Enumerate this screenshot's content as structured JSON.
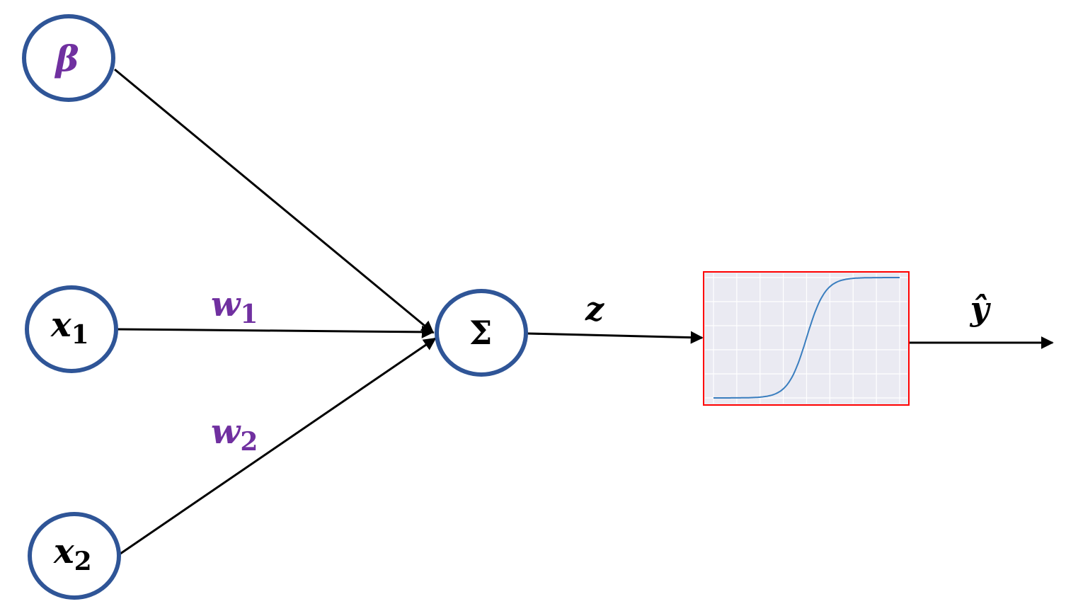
{
  "nodes": {
    "bias": {
      "symbol": "β"
    },
    "x1": {
      "symbol": "x",
      "subscript": "1"
    },
    "x2": {
      "symbol": "x",
      "subscript": "2"
    },
    "sum": {
      "symbol": "Σ"
    }
  },
  "edges": {
    "w1": {
      "symbol": "w",
      "subscript": "1"
    },
    "w2": {
      "symbol": "w",
      "subscript": "2"
    },
    "z": {
      "symbol": "z"
    },
    "output": {
      "symbol": "ŷ"
    }
  },
  "activation": {
    "type": "sigmoid",
    "x_range": [
      -10,
      10
    ],
    "y_range": [
      0,
      1
    ]
  },
  "colors": {
    "node_stroke": "#2F5597",
    "weight_label": "#7030A0",
    "bias_label": "#7030A0",
    "activation_border": "#FF0000",
    "plot_bg": "#EAEAF2",
    "curve": "#3A7EBF"
  }
}
